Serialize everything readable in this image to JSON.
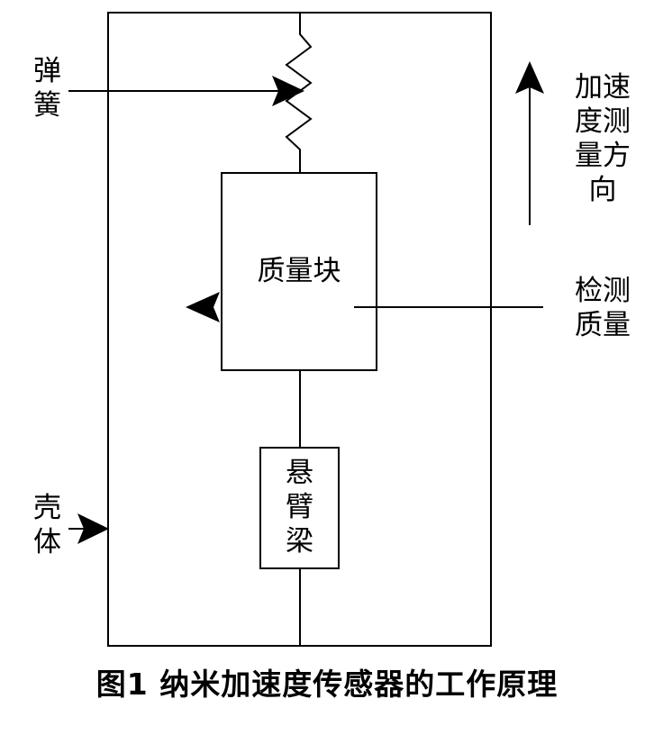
{
  "labels": {
    "spring": [
      "弹",
      "簧"
    ],
    "direction": [
      "加速",
      "度测",
      "量方",
      "向"
    ],
    "mass_block": "质量块",
    "detect_mass": [
      "检测",
      "质量"
    ],
    "shell": [
      "壳",
      "体"
    ],
    "cantilever": [
      "悬",
      "臂",
      "梁"
    ]
  },
  "caption": "图1 纳米加速度传感器的工作原理",
  "colors": {
    "line": "#000000",
    "background": "#ffffff"
  }
}
